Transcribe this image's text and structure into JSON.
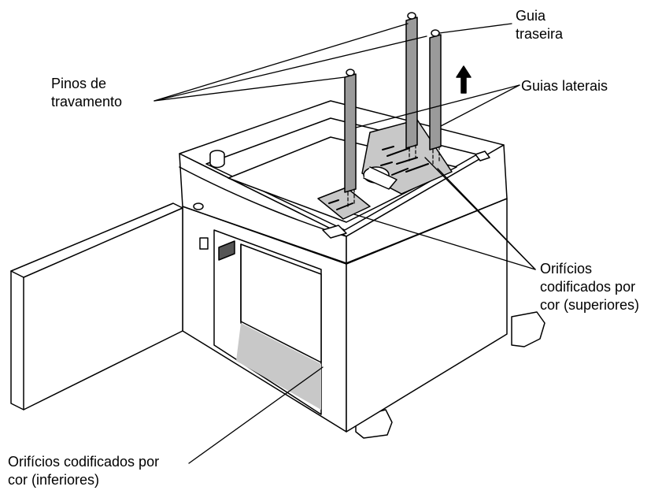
{
  "callouts": {
    "rear_guide": {
      "line1": "Guia",
      "line2": "traseira"
    },
    "locking_pins": {
      "line1": "Pinos de",
      "line2": "travamento"
    },
    "side_guides": {
      "line1": "Guias laterais"
    },
    "upper_holes": {
      "line1": "Orifícios",
      "line2": "codificados por",
      "line3": "cor (superiores)"
    },
    "lower_holes": {
      "line1": "Orifícios codificados por",
      "line2": "cor (inferiores)"
    }
  },
  "colors": {
    "line": "#000000",
    "shade": "#c8c8c8",
    "dark": "#555555",
    "background": "#ffffff"
  }
}
